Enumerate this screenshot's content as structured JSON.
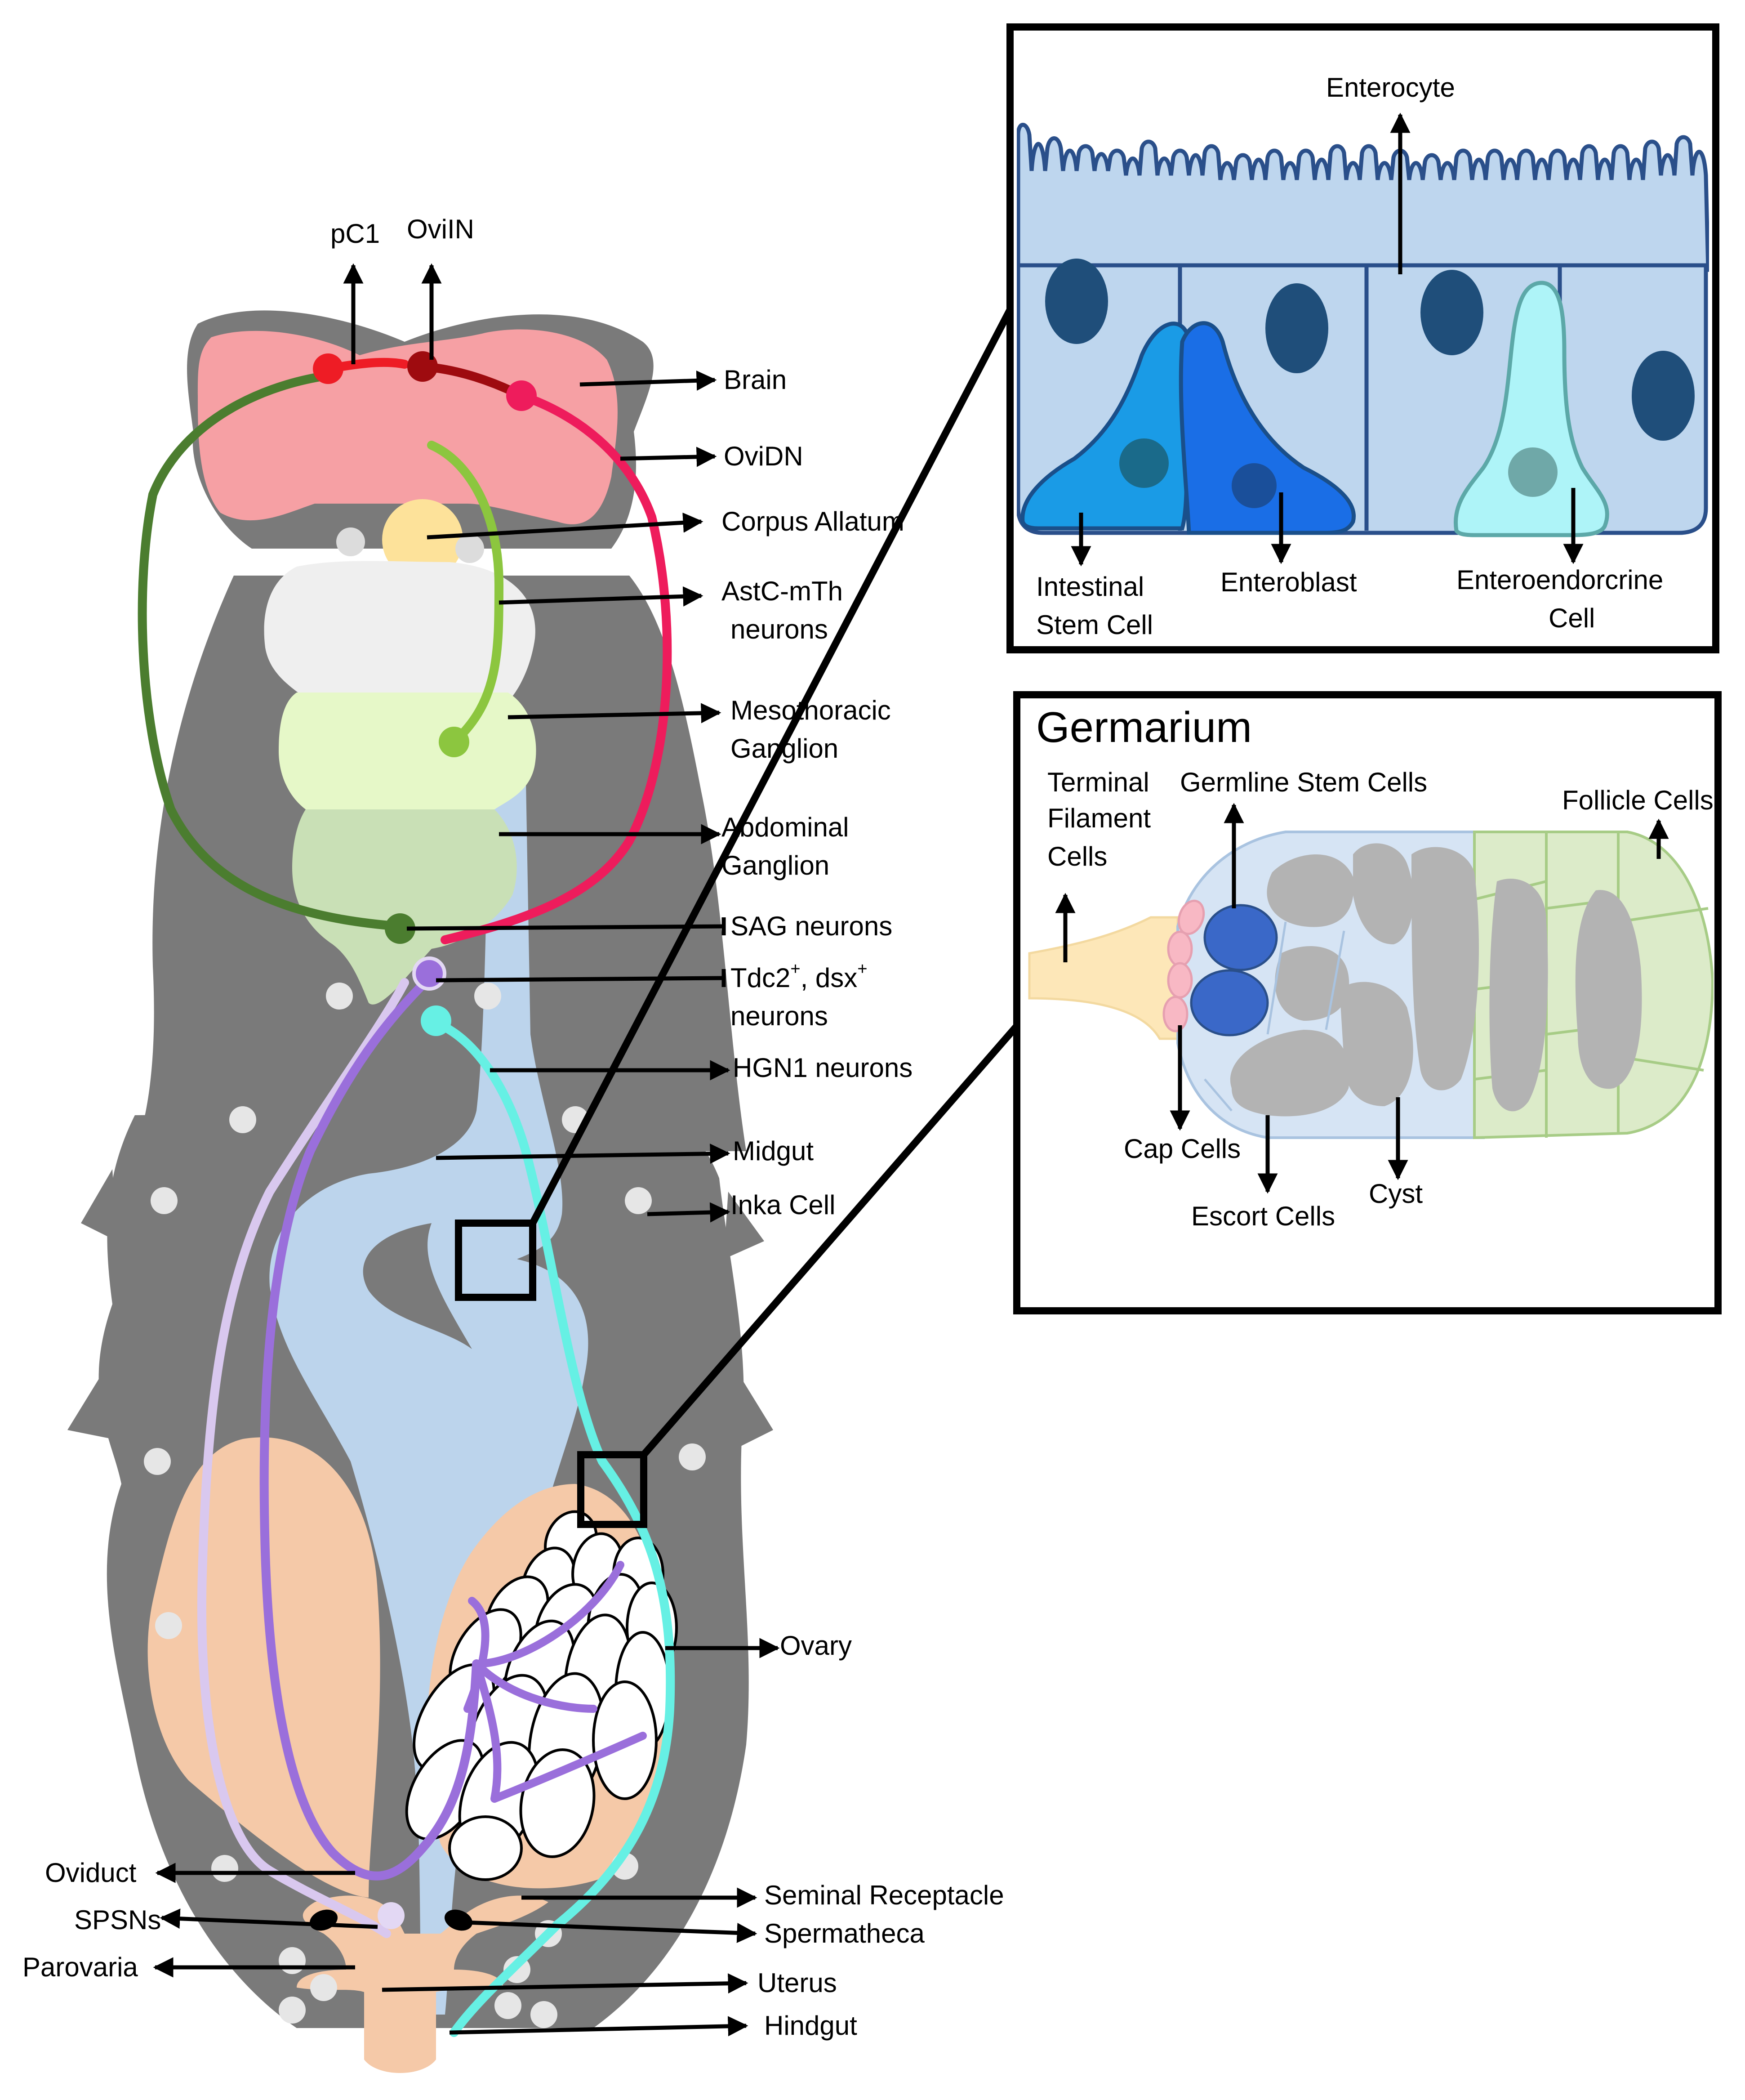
{
  "colors": {
    "body_grey": "#7a7a7a",
    "brain": "#f6a0a4",
    "corpus_allatum": "#fde29a",
    "thoracic_light": "#efefef",
    "mesothoracic": "#e6f8c8",
    "abdominal": "#c9e0b6",
    "midgut": "#bcd4ec",
    "ovary_tissue": "#f5c9a8",
    "neuron_pc1": "#ee1c25",
    "neuron_oviin": "#9e0b0f",
    "neuron_ovidn": "#ee1c5c",
    "neuron_sag": "#4b7d2f",
    "neuron_astc": "#8cc63f",
    "neuron_tdc2": "#9a6fdb",
    "neuron_tdc2_light": "#d9c8ef",
    "neuron_hgn1": "#66f0e4",
    "enterocyte": "#bed6ee",
    "nucleus": "#1f4e7a",
    "stem_cell": "#1a9be6",
    "enteroblast": "#1a6ee6",
    "enteroendocrine": "#aef4f8",
    "germline": "#3a68c8",
    "cyst_grey": "#b3b3b3",
    "filament": "#fde7b8",
    "follicle": "#dcebc9",
    "cap": "#f8b8c4"
  },
  "labels": {
    "pc1": "pC1",
    "oviin": "OviIN",
    "brain": "Brain",
    "ovidn": "OviDN",
    "corpus_allatum": "Corpus Allatum",
    "astc_1": "AstC-mTh",
    "astc_2": "neurons",
    "meso_1": "Mesothoracic",
    "meso_2": "Ganglion",
    "abd_1": "Abdominal",
    "abd_2": "Ganglion",
    "sag": "SAG neurons",
    "tdc2_a": "Tdc2",
    "tdc2_b": ", dsx",
    "tdc2_sup": "+",
    "tdc2_2": "neurons",
    "hgn1": "HGN1 neurons",
    "midgut": "Midgut",
    "inka": "Inka Cell",
    "ovary": "Ovary",
    "oviduct": "Oviduct",
    "spsns": "SPSNs",
    "parovaria": "Parovaria",
    "seminal": "Seminal Receptacle",
    "spermatheca": "Spermatheca",
    "uterus": "Uterus",
    "hindgut": "Hindgut"
  },
  "gut_inset": {
    "enterocyte": "Enterocyte",
    "isc_1": "Intestinal",
    "isc_2": "Stem Cell",
    "enteroblast": "Enteroblast",
    "ee_1": "Enteroendorcrine",
    "ee_2": "Cell"
  },
  "germarium_inset": {
    "title": "Germarium",
    "tf_1": "Terminal",
    "tf_2": "Filament",
    "tf_3": "Cells",
    "gsc": "Germline Stem Cells",
    "follicle": "Follicle Cells",
    "cap": "Cap Cells",
    "escort": "Escort Cells",
    "cyst": "Cyst"
  }
}
